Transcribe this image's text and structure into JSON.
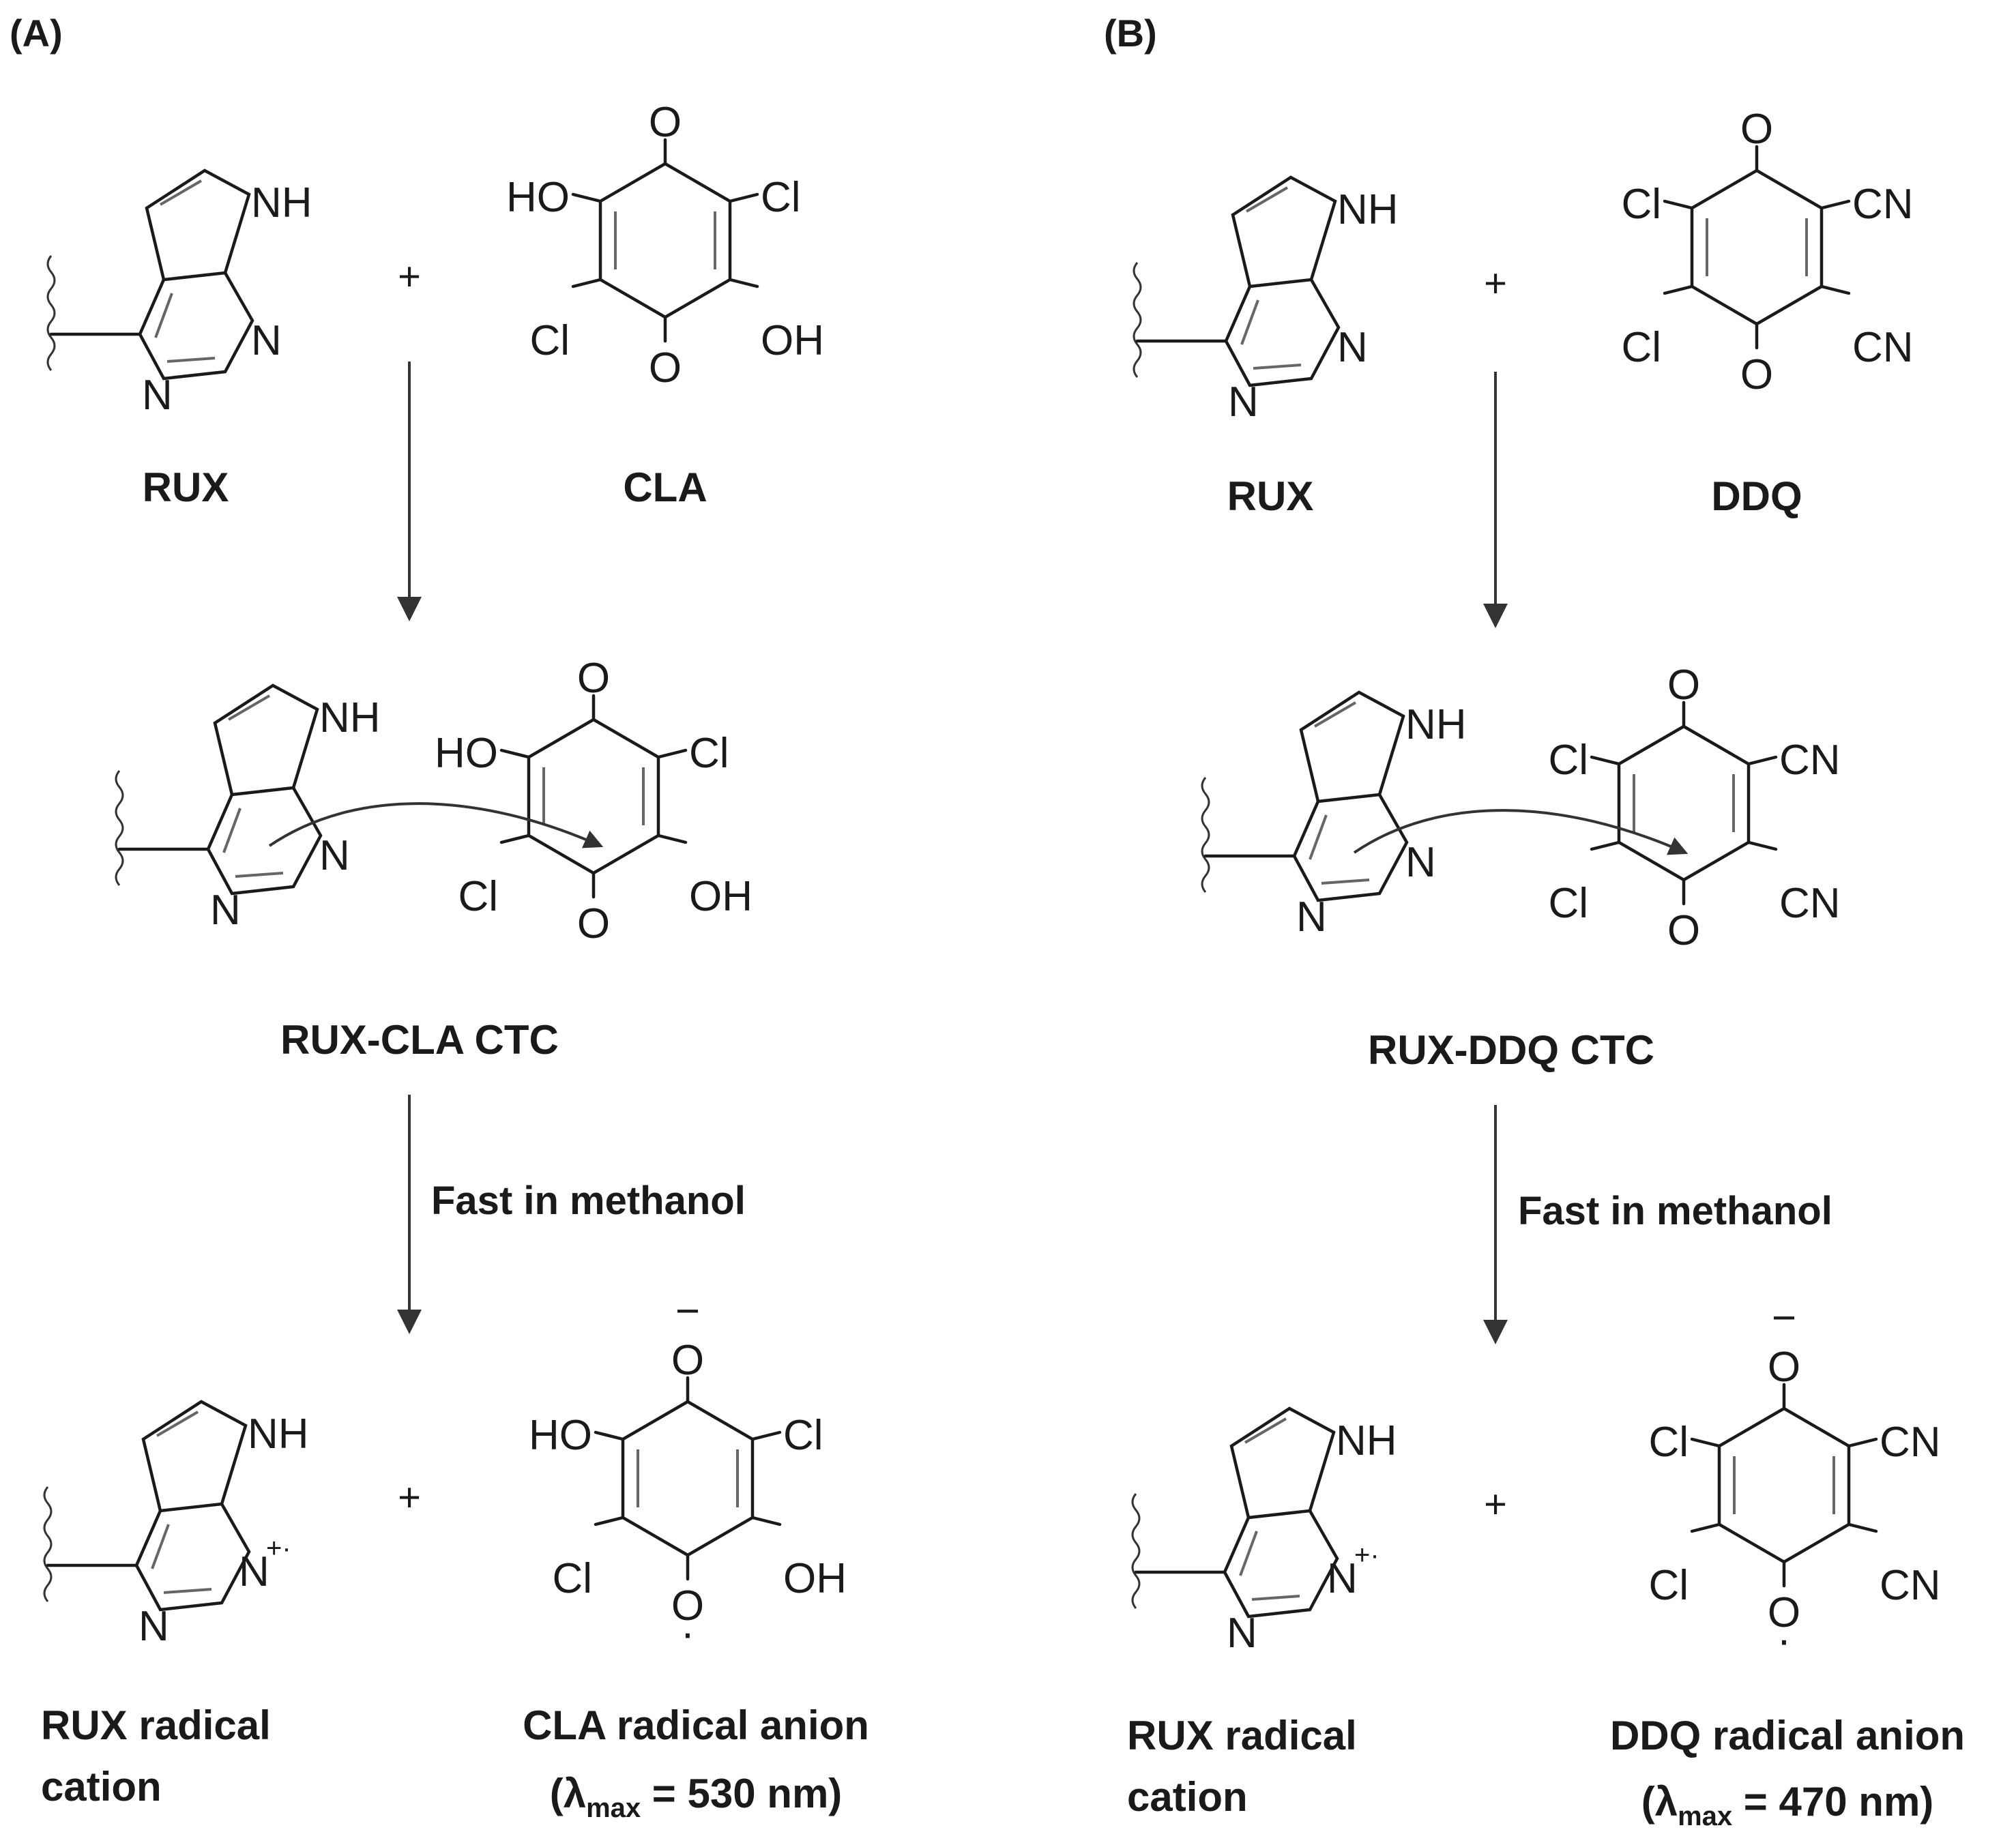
{
  "colors": {
    "ink": "#1a1a1a",
    "arrow": "#333333",
    "background": "#ffffff"
  },
  "panels": [
    {
      "label": "(A)",
      "donor": "RUX",
      "acceptor": "CLA",
      "complex": "RUX-CLA CTC",
      "condition": "Fast in methanol",
      "product_donor": [
        "RUX radical",
        "cation"
      ],
      "product_acceptor": [
        "CLA radical anion",
        "(λ",
        "max",
        " = 530 nm)"
      ],
      "acceptor_atoms": {
        "top_left": "HO",
        "top_right": "Cl",
        "bottom_left": "Cl",
        "bottom_right": "OH"
      }
    },
    {
      "label": "(B)",
      "donor": "RUX",
      "acceptor": "DDQ",
      "complex": "RUX-DDQ CTC",
      "condition": "Fast in methanol",
      "product_donor": [
        "RUX radical",
        "cation"
      ],
      "product_acceptor": [
        "DDQ radical anion",
        "(λ",
        "max",
        " = 470 nm)"
      ],
      "acceptor_atoms": {
        "top_left": "Cl",
        "top_right": "CN",
        "bottom_left": "Cl",
        "bottom_right": "CN"
      }
    }
  ],
  "atoms": {
    "nh": "NH",
    "n": "N",
    "o": "O",
    "plus": "+",
    "radical_charge": "+·",
    "minus": "−",
    "radical_dot": "·"
  }
}
